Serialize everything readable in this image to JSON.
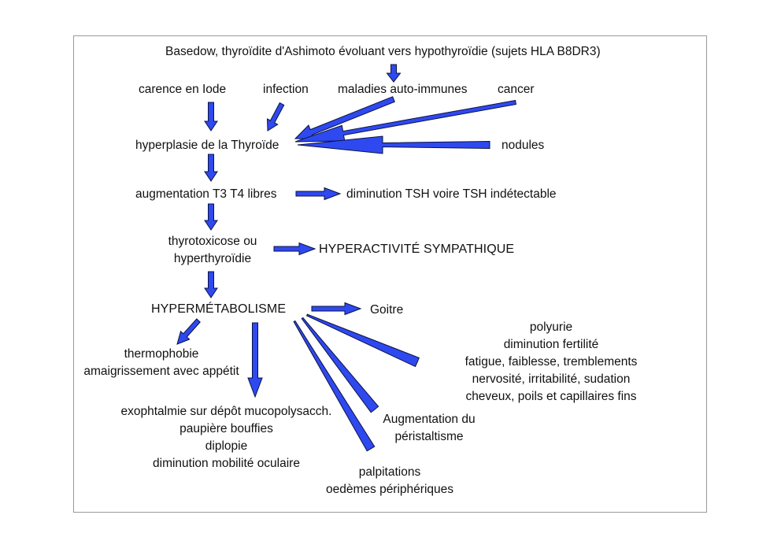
{
  "diagram": {
    "top_cause": "Basedow, thyroïdite d'Ashimoto évoluant vers hypothyroïdie (sujets HLA B8DR3)",
    "causes": {
      "iodine": "carence en Iode",
      "infection": "infection",
      "autoimmune": "maladies auto-immunes",
      "cancer": "cancer",
      "nodules": "nodules"
    },
    "hyperplasia": "hyperplasie de la Thyroïde",
    "t3t4": "augmentation T3 T4 libres",
    "tsh": "diminution TSH voire TSH indétectable",
    "thyrotox": [
      "thyrotoxicose ou",
      "hyperthyroïdie"
    ],
    "sympathetic": "HYPERACTIVITÉ SYMPATHIQUE",
    "hypermetab": "HYPERMÉTABOLISME",
    "goitre": "Goitre",
    "thermo": [
      "thermophobie",
      "amaigrissement avec appétit"
    ],
    "eye": [
      "exophtalmie sur dépôt mucopolysacch.",
      "paupière bouffies",
      "diplopie",
      "diminution mobilité oculaire"
    ],
    "cardio": [
      "palpitations",
      "oedèmes périphériques"
    ],
    "digest": [
      "Augmentation du",
      "péristaltisme"
    ],
    "general": [
      "polyurie",
      "diminution fertilité",
      "fatigue, faiblesse, tremblements",
      "nervosité, irritabilité, sudation",
      "cheveux, poils et capillaires fins"
    ]
  },
  "colors": {
    "arrow_fill": "#2f49f0",
    "arrow_stroke": "#0b1240",
    "frame": "#9a9a9a"
  }
}
